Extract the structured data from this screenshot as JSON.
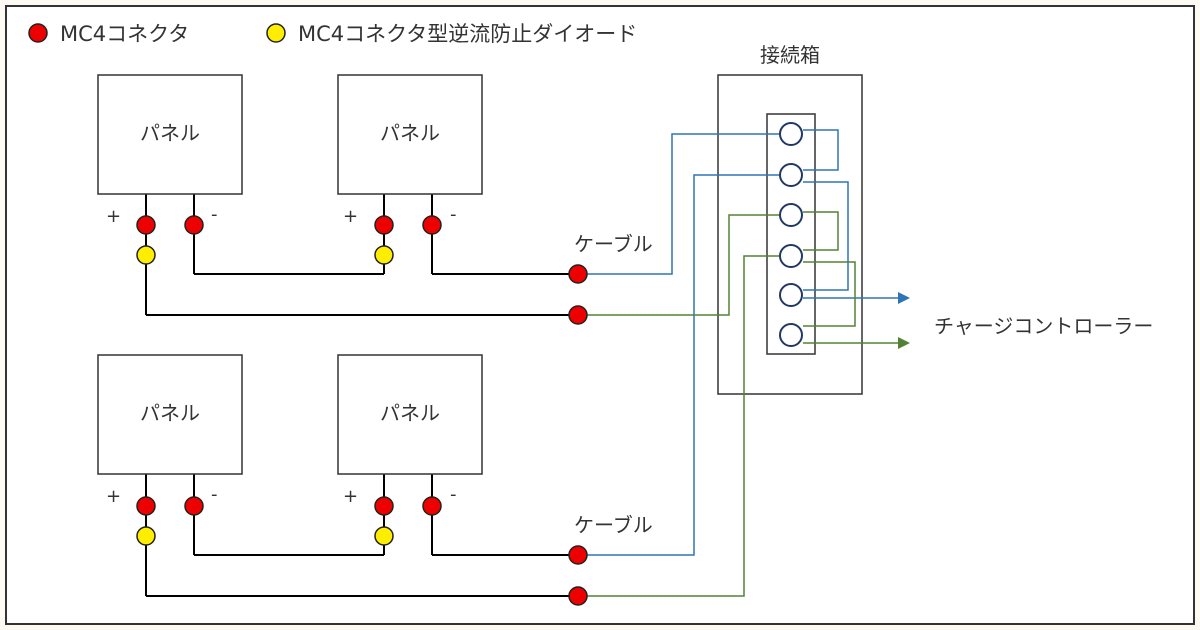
{
  "legend": {
    "red_label": "MC4コネクタ",
    "yellow_label": "MC4コネクタ型逆流防止ダイオード"
  },
  "panel_label": "パネル",
  "plus_sign": "+",
  "minus_sign": "-",
  "cable_label": "ケーブル",
  "junction_box_title": "接続箱",
  "charge_controller_label": "チャージコントローラー",
  "colors": {
    "background": "#fdfaf3",
    "frame": "#333333",
    "red_connector": "#ee0000",
    "yellow_diode": "#ffee00",
    "black_wire": "#000000",
    "blue_wire": "#2e75b6",
    "green_wire": "#548235",
    "terminal_stroke": "#1f3864"
  }
}
